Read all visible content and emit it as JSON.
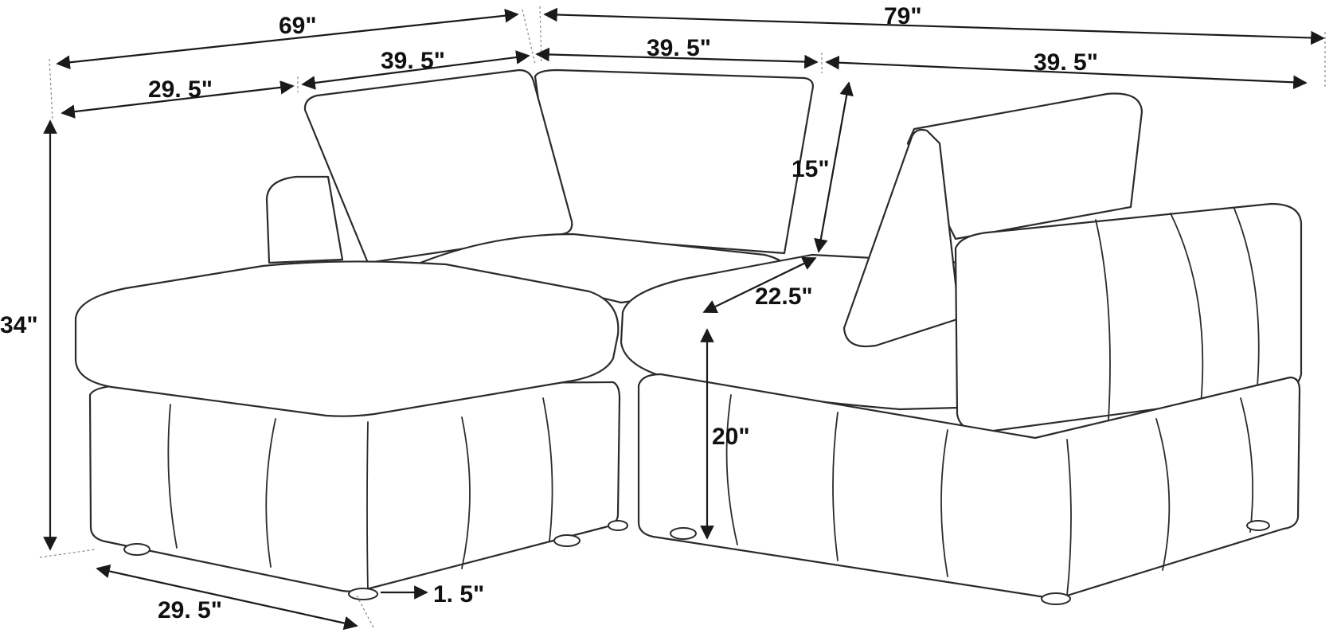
{
  "dimensions": {
    "overall_left_width": "69\"",
    "overall_right_width": "79\"",
    "chaise_width_top": "29. 5\"",
    "center_width_top": "39. 5\"",
    "center_right_width_top": "39. 5\"",
    "right_seat_width_top": "39. 5\"",
    "total_height": "34\"",
    "back_cushion_height": "15\"",
    "seat_depth": "22.5\"",
    "seat_height": "20\"",
    "chaise_length_bottom": "29. 5\"",
    "leg_height": "1. 5\""
  },
  "colors": {
    "line": "#2b2b2b",
    "background": "#ffffff"
  }
}
